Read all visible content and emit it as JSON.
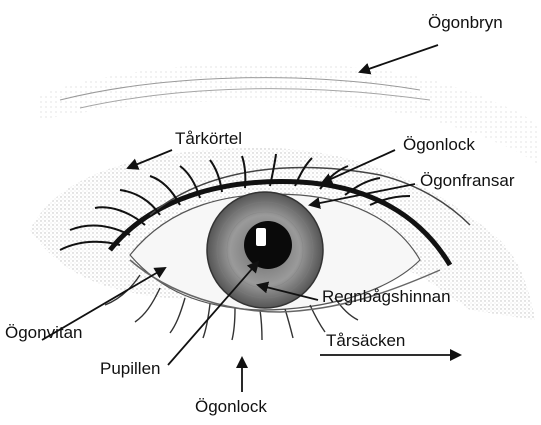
{
  "labels": {
    "eyebrow": "Ögonbryn",
    "tear_gland": "Tårkörtel",
    "upper_eyelid": "Ögonlock",
    "eyelashes": "Ögonfransar",
    "iris": "Regnbågshinnan",
    "sclera": "Ögonvitan",
    "pupil": "Pupillen",
    "tear_sac": "Tårsäcken",
    "lower_eyelid": "Ögonlock"
  }
}
